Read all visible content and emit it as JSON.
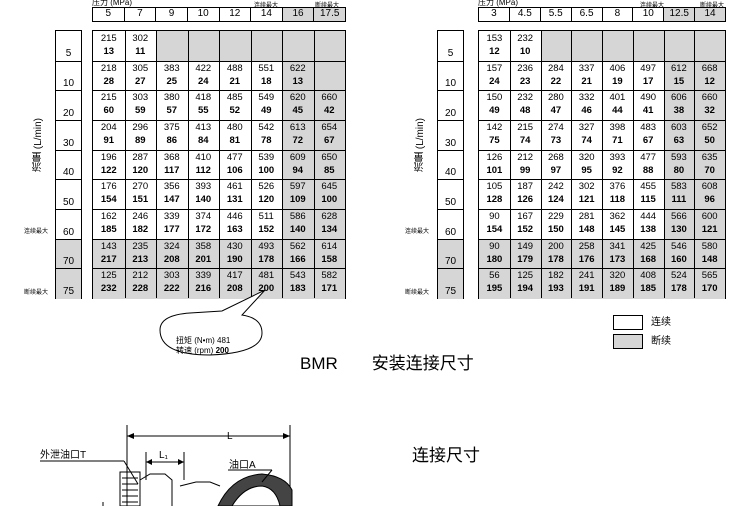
{
  "left_table": {
    "top_label": "压力 (MPa)",
    "cont_max": "连续最大",
    "int_max": "断续最大",
    "pressures": [
      "5",
      "7",
      "9",
      "10",
      "12",
      "14",
      "16",
      "17.5"
    ],
    "flows": [
      "5",
      "10",
      "20",
      "30",
      "40",
      "50",
      "60",
      "70",
      "75"
    ],
    "flow_unit_label": "流量 (L/min)",
    "row_note_60": "连续最大",
    "row_note_75": "断续最大",
    "rows": [
      [
        [
          "215",
          "13"
        ],
        [
          "302",
          "11"
        ],
        [
          "",
          ""
        ],
        [
          "",
          ""
        ],
        [
          "",
          ""
        ],
        [
          "",
          ""
        ],
        [
          "",
          ""
        ],
        [
          "",
          ""
        ]
      ],
      [
        [
          "218",
          "28"
        ],
        [
          "305",
          "27"
        ],
        [
          "383",
          "25"
        ],
        [
          "422",
          "24"
        ],
        [
          "488",
          "21"
        ],
        [
          "551",
          "18"
        ],
        [
          "622",
          "13"
        ],
        [
          "",
          ""
        ]
      ],
      [
        [
          "215",
          "60"
        ],
        [
          "303",
          "59"
        ],
        [
          "380",
          "57"
        ],
        [
          "418",
          "55"
        ],
        [
          "485",
          "52"
        ],
        [
          "549",
          "49"
        ],
        [
          "620",
          "45"
        ],
        [
          "660",
          "42"
        ]
      ],
      [
        [
          "204",
          "91"
        ],
        [
          "296",
          "89"
        ],
        [
          "375",
          "86"
        ],
        [
          "413",
          "84"
        ],
        [
          "480",
          "81"
        ],
        [
          "542",
          "78"
        ],
        [
          "613",
          "72"
        ],
        [
          "654",
          "67"
        ]
      ],
      [
        [
          "196",
          "122"
        ],
        [
          "287",
          "120"
        ],
        [
          "368",
          "117"
        ],
        [
          "410",
          "112"
        ],
        [
          "477",
          "106"
        ],
        [
          "539",
          "100"
        ],
        [
          "609",
          "94"
        ],
        [
          "650",
          "85"
        ]
      ],
      [
        [
          "176",
          "154"
        ],
        [
          "270",
          "151"
        ],
        [
          "356",
          "147"
        ],
        [
          "393",
          "140"
        ],
        [
          "461",
          "131"
        ],
        [
          "526",
          "120"
        ],
        [
          "597",
          "109"
        ],
        [
          "645",
          "100"
        ]
      ],
      [
        [
          "162",
          "185"
        ],
        [
          "246",
          "182"
        ],
        [
          "339",
          "177"
        ],
        [
          "374",
          "172"
        ],
        [
          "446",
          "163"
        ],
        [
          "511",
          "152"
        ],
        [
          "586",
          "140"
        ],
        [
          "628",
          "134"
        ]
      ],
      [
        [
          "143",
          "217"
        ],
        [
          "235",
          "213"
        ],
        [
          "324",
          "208"
        ],
        [
          "358",
          "201"
        ],
        [
          "430",
          "190"
        ],
        [
          "493",
          "178"
        ],
        [
          "562",
          "166"
        ],
        [
          "614",
          "158"
        ]
      ],
      [
        [
          "125",
          "232"
        ],
        [
          "212",
          "228"
        ],
        [
          "303",
          "222"
        ],
        [
          "339",
          "216"
        ],
        [
          "417",
          "208"
        ],
        [
          "481",
          "200"
        ],
        [
          "543",
          "183"
        ],
        [
          "582",
          "171"
        ]
      ]
    ],
    "callout_torque_label": "扭矩 (N•m)",
    "callout_torque": "481",
    "callout_speed_label": "转速 (rpm)",
    "callout_speed": "200"
  },
  "right_table": {
    "top_label": "压力 (MPa)",
    "cont_max": "连续最大",
    "int_max": "断续最大",
    "pressures": [
      "3",
      "4.5",
      "5.5",
      "6.5",
      "8",
      "10",
      "12.5",
      "14"
    ],
    "flows": [
      "5",
      "10",
      "20",
      "30",
      "40",
      "50",
      "60",
      "70",
      "75"
    ],
    "flow_unit_label": "流量 (L/min)",
    "row_note_60": "连续最大",
    "row_note_75": "断续最大",
    "rows": [
      [
        [
          "153",
          "12"
        ],
        [
          "232",
          "10"
        ],
        [
          "",
          ""
        ],
        [
          "",
          ""
        ],
        [
          "",
          ""
        ],
        [
          "",
          ""
        ],
        [
          "",
          ""
        ],
        [
          "",
          ""
        ]
      ],
      [
        [
          "157",
          "24"
        ],
        [
          "236",
          "23"
        ],
        [
          "284",
          "22"
        ],
        [
          "337",
          "21"
        ],
        [
          "406",
          "19"
        ],
        [
          "497",
          "17"
        ],
        [
          "612",
          "15"
        ],
        [
          "668",
          "12"
        ]
      ],
      [
        [
          "150",
          "49"
        ],
        [
          "232",
          "48"
        ],
        [
          "280",
          "47"
        ],
        [
          "332",
          "46"
        ],
        [
          "401",
          "44"
        ],
        [
          "490",
          "41"
        ],
        [
          "606",
          "38"
        ],
        [
          "660",
          "32"
        ]
      ],
      [
        [
          "142",
          "75"
        ],
        [
          "215",
          "74"
        ],
        [
          "274",
          "73"
        ],
        [
          "327",
          "74"
        ],
        [
          "398",
          "71"
        ],
        [
          "483",
          "67"
        ],
        [
          "603",
          "63"
        ],
        [
          "652",
          "50"
        ]
      ],
      [
        [
          "126",
          "101"
        ],
        [
          "212",
          "99"
        ],
        [
          "268",
          "97"
        ],
        [
          "320",
          "95"
        ],
        [
          "393",
          "92"
        ],
        [
          "477",
          "88"
        ],
        [
          "593",
          "80"
        ],
        [
          "635",
          "70"
        ]
      ],
      [
        [
          "105",
          "128"
        ],
        [
          "187",
          "126"
        ],
        [
          "242",
          "124"
        ],
        [
          "302",
          "121"
        ],
        [
          "376",
          "118"
        ],
        [
          "455",
          "115"
        ],
        [
          "583",
          "111"
        ],
        [
          "608",
          "96"
        ]
      ],
      [
        [
          "90",
          "154"
        ],
        [
          "167",
          "152"
        ],
        [
          "229",
          "150"
        ],
        [
          "281",
          "148"
        ],
        [
          "362",
          "145"
        ],
        [
          "444",
          "138"
        ],
        [
          "566",
          "130"
        ],
        [
          "600",
          "121"
        ]
      ],
      [
        [
          "90",
          "180"
        ],
        [
          "149",
          "179"
        ],
        [
          "200",
          "178"
        ],
        [
          "258",
          "176"
        ],
        [
          "341",
          "173"
        ],
        [
          "425",
          "168"
        ],
        [
          "546",
          "160"
        ],
        [
          "580",
          "148"
        ]
      ],
      [
        [
          "56",
          "195"
        ],
        [
          "125",
          "194"
        ],
        [
          "182",
          "193"
        ],
        [
          "241",
          "191"
        ],
        [
          "320",
          "189"
        ],
        [
          "408",
          "185"
        ],
        [
          "524",
          "178"
        ],
        [
          "565",
          "170"
        ]
      ]
    ]
  },
  "legend": {
    "continuous": "连续",
    "intermittent": "断续"
  },
  "title": "BMR　　安装连接尺寸",
  "subtitle": "连接尺寸",
  "drawing": {
    "outer_port": "外泄油口T",
    "port_a": "油口A",
    "dim_L": "L",
    "dim_L1": "L₁"
  },
  "colors": {
    "shade": "#d6d6d6",
    "line": "#000000"
  }
}
